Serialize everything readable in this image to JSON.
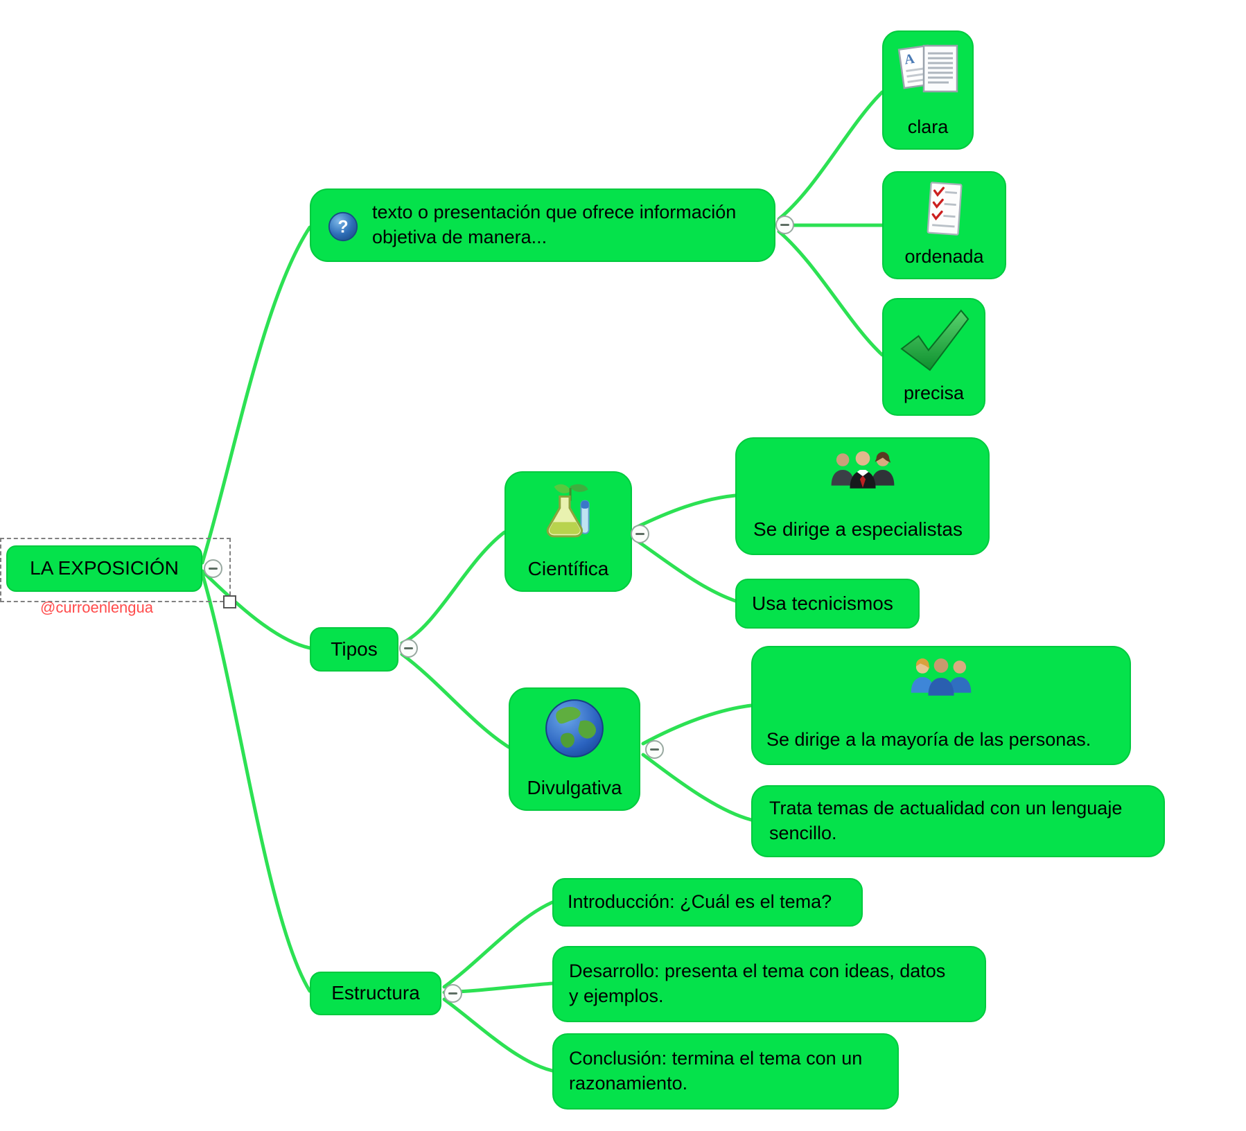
{
  "colors": {
    "node_fill": "#05e24b",
    "node_border": "#00ca3e",
    "link_green": "#2ce153",
    "watermark_red": "#ff4b4b",
    "text": "#000000"
  },
  "root": {
    "label": "LA EXPOSICIÓN"
  },
  "watermark": "@curroenlengua",
  "branches": {
    "definition": {
      "label": "texto o presentación que ofrece información\nobjetiva de manera...",
      "children": {
        "clara": "clara",
        "ordenada": "ordenada",
        "precisa": "precisa"
      }
    },
    "tipos": {
      "label": "Tipos",
      "cientifica": {
        "label": "Científica",
        "especialistas": "Se dirige a especialistas",
        "tecnicismos": "Usa tecnicismos"
      },
      "divulgativa": {
        "label": "Divulgativa",
        "mayoria": "Se dirige a la mayoría de las personas.",
        "actualidad": "Trata temas de actualidad con un lenguaje\nsencillo."
      }
    },
    "estructura": {
      "label": "Estructura",
      "introduccion": "Introducción: ¿Cuál es el tema?",
      "desarrollo": "Desarrollo: presenta el tema con ideas, datos\ny ejemplos.",
      "conclusion": "Conclusión: termina el tema con un\nrazonamiento."
    }
  },
  "icons": {
    "definition": "question-icon",
    "clara": "documents-icon",
    "ordenada": "checklist-icon",
    "precisa": "checkmark-icon",
    "cientifica": "science-flask-icon",
    "especialistas": "business-people-icon",
    "divulgativa": "globe-icon",
    "mayoria": "people-group-icon"
  }
}
